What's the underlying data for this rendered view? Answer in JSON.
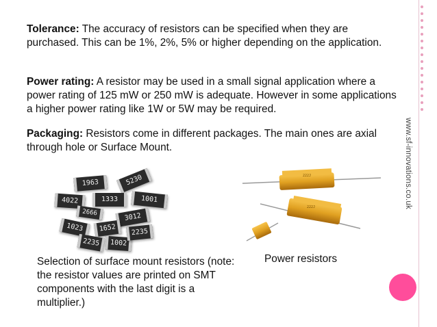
{
  "website": "www.sf-innovations.co.uk",
  "paragraphs": {
    "tolerance": {
      "heading": "Tolerance:",
      "text": " The accuracy of resistors can be specified when they are purchased. This can be 1%, 2%, 5% or higher depending on the application."
    },
    "power": {
      "heading": "Power rating:",
      "text": " A resistor may be used in a small signal application where a power  rating of 125 mW or 250 mW is adequate. However in some applications a higher power rating like 1W or 5W may be required."
    },
    "packaging": {
      "heading": "Packaging:",
      "text": " Resistors come in different packages. The main ones are axial through hole or Surface Mount."
    }
  },
  "captions": {
    "smt": "Selection of surface mount resistors (note: the resistor values are printed on SMT components with the last digit is a multiplier.)",
    "power": "Power resistors"
  },
  "smt_codes": [
    "1963",
    "5230",
    "4022",
    "1333",
    "1001",
    "2666",
    "3012",
    "1023",
    "1652",
    "2235",
    "1002",
    "2235"
  ],
  "power_resistor_markings": [
    "222J",
    "222J"
  ],
  "colors": {
    "accent_pink": "#ff4d9b",
    "resistor_gold": "#e0a021"
  }
}
